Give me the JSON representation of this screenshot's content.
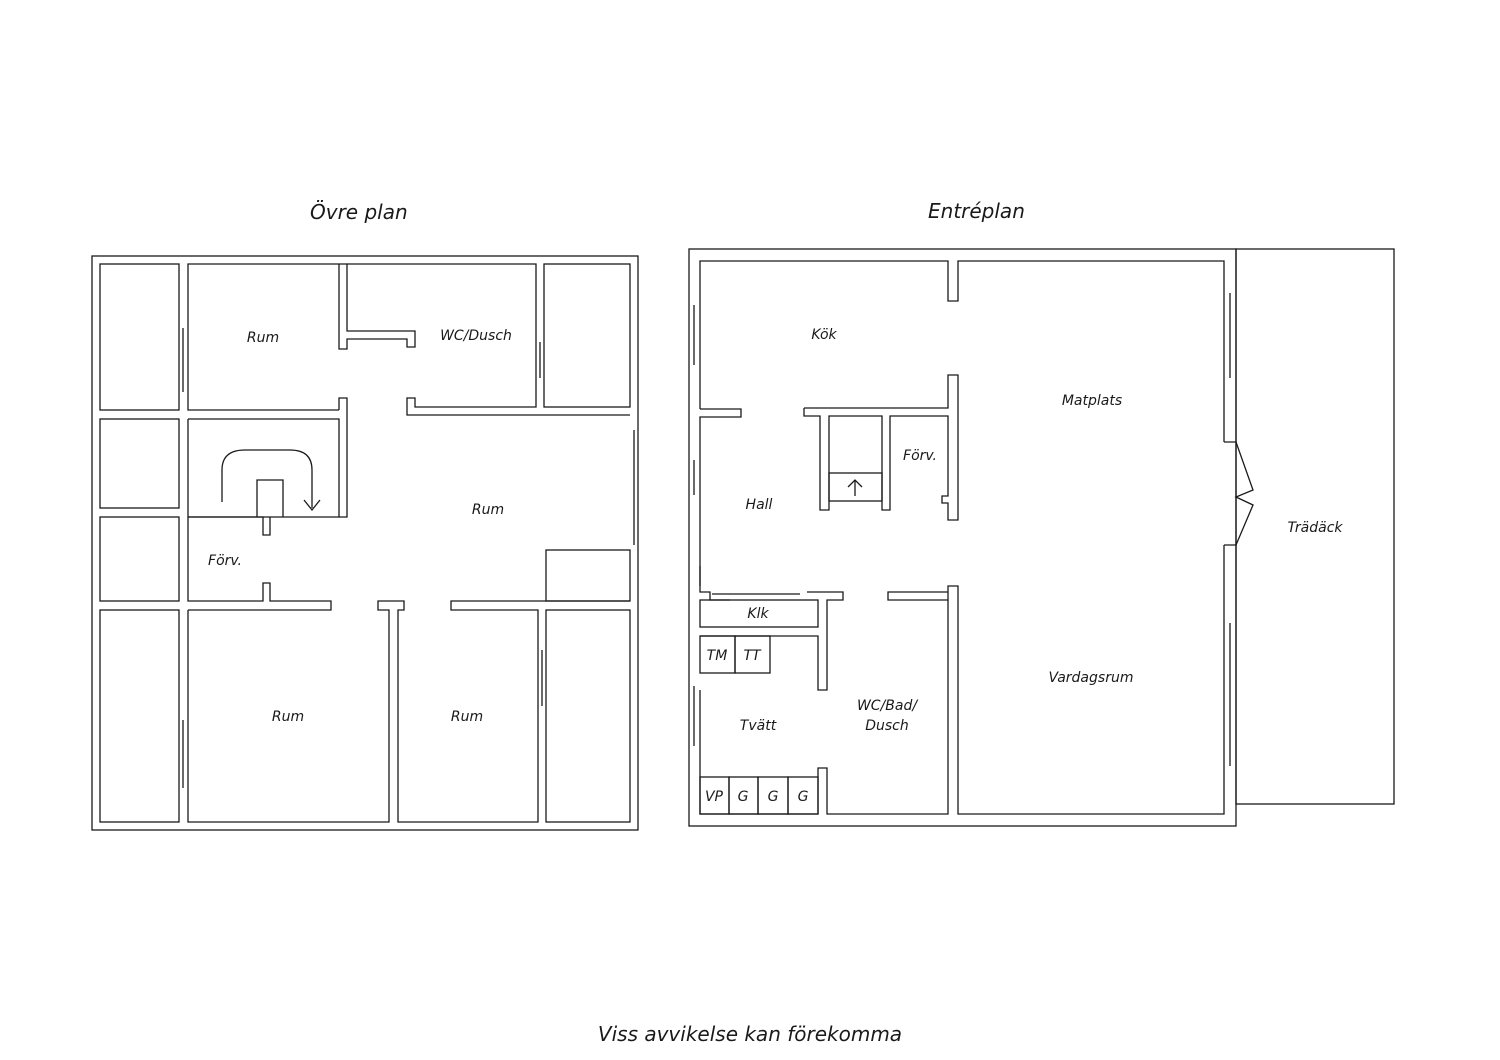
{
  "upper_plan": {
    "title": "Övre plan",
    "rooms": {
      "rum_top": "Rum",
      "wc_dusch": "WC/Dusch",
      "rum_center": "Rum",
      "forv": "Förv.",
      "rum_bottom_left": "Rum",
      "rum_bottom_right": "Rum"
    }
  },
  "entry_plan": {
    "title": "Entréplan",
    "rooms": {
      "kok": "Kök",
      "matplats": "Matplats",
      "forv": "Förv.",
      "hall": "Hall",
      "tradack": "Trädäck",
      "klk": "Klk",
      "tm": "TM",
      "tt": "TT",
      "vardagsrum": "Vardagsrum",
      "wc_bad_dusch_1": "WC/Bad/",
      "wc_bad_dusch_2": "Dusch",
      "tvatt": "Tvätt",
      "vp": "VP",
      "g1": "G",
      "g2": "G",
      "g3": "G"
    }
  },
  "footer": "Viss avvikelse kan förekomma"
}
